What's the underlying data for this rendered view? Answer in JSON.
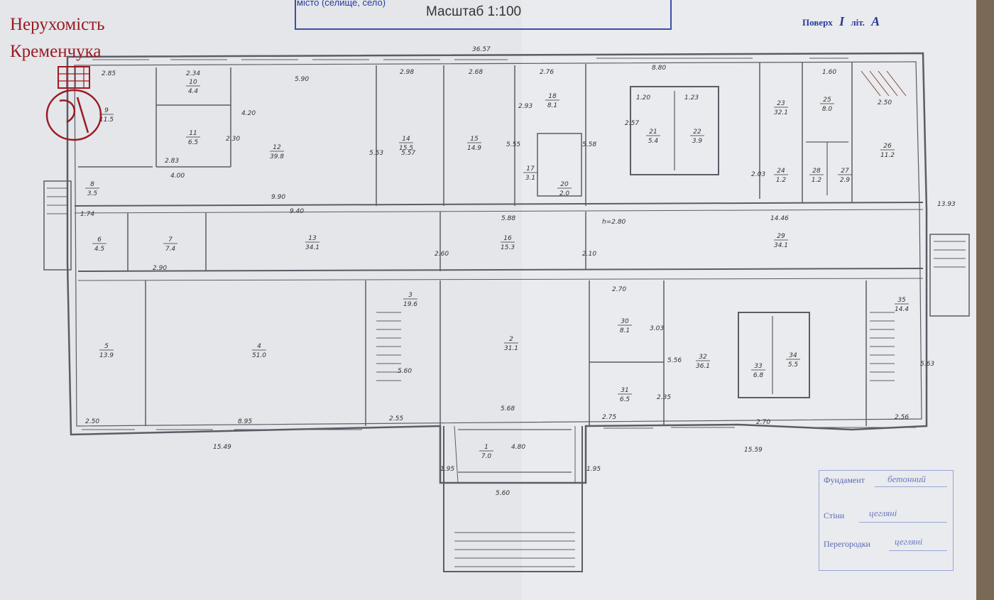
{
  "watermark": {
    "line1": "Нерухомість",
    "line2": "Кременчука"
  },
  "header": {
    "locality_label": "місто (селище, село)",
    "scale": "Масштаб 1:100"
  },
  "floor_info": {
    "floor_label": "Поверх",
    "floor_value": "I",
    "litera_label": "літ.",
    "litera_value": "А"
  },
  "overall_dims": {
    "top": "36.57",
    "bottom_left": "15.49",
    "bottom_right": "15.59",
    "corridor_height": "h=2.80"
  },
  "rooms": [
    {
      "id": "1",
      "area": "7.0"
    },
    {
      "id": "2",
      "area": "31.1"
    },
    {
      "id": "3",
      "area": "19.6"
    },
    {
      "id": "4",
      "area": "51.0"
    },
    {
      "id": "5",
      "area": "13.9"
    },
    {
      "id": "6",
      "area": "4.5"
    },
    {
      "id": "7",
      "area": "7.4"
    },
    {
      "id": "8",
      "area": "3.5"
    },
    {
      "id": "9",
      "area": "11.5"
    },
    {
      "id": "10",
      "area": "4.4"
    },
    {
      "id": "11",
      "area": "6.5"
    },
    {
      "id": "12",
      "area": "39.8"
    },
    {
      "id": "13",
      "area": "34.1"
    },
    {
      "id": "14",
      "area": "15.5"
    },
    {
      "id": "15",
      "area": "14.9"
    },
    {
      "id": "16",
      "area": "15.3"
    },
    {
      "id": "17",
      "area": "3.1"
    },
    {
      "id": "18",
      "area": "8.1"
    },
    {
      "id": "20",
      "area": "2.0"
    },
    {
      "id": "21",
      "area": "5.4"
    },
    {
      "id": "22",
      "area": "3.9"
    },
    {
      "id": "23",
      "area": "32.1"
    },
    {
      "id": "24",
      "area": "1.2"
    },
    {
      "id": "25",
      "area": "8.0"
    },
    {
      "id": "26",
      "area": "11.2"
    },
    {
      "id": "27",
      "area": "2.9"
    },
    {
      "id": "28",
      "area": "1.2"
    },
    {
      "id": "29",
      "area": "34.1"
    },
    {
      "id": "30",
      "area": "8.1"
    },
    {
      "id": "31",
      "area": "6.5"
    },
    {
      "id": "32",
      "area": "36.1"
    },
    {
      "id": "33",
      "area": "6.8"
    },
    {
      "id": "34",
      "area": "5.5"
    },
    {
      "id": "35",
      "area": "14.4"
    }
  ],
  "dims": [
    "2.85",
    "2.34",
    "5.90",
    "2.98",
    "2.68",
    "2.76",
    "8.80",
    "1.60",
    "2.50",
    "4.20",
    "2.30",
    "2.83",
    "4.00",
    "5.53",
    "5.57",
    "5.55",
    "5.58",
    "2.93",
    "9.90",
    "9.40",
    "5.88",
    "14.46",
    "13.93",
    "1.74",
    "2.90",
    "2.60",
    "2.10",
    "2.70",
    "3.03",
    "5.56",
    "2.35",
    "2.55",
    "5.60",
    "5.68",
    "4.80",
    "5.60",
    "1.95",
    "1.95",
    "2.56",
    "5.63",
    "2.75",
    "2.70",
    "2.50",
    "8.95",
    "1.20",
    "1.23",
    "2.57",
    "2.03"
  ],
  "materials": {
    "foundation_label": "Фундамент",
    "foundation_value": "бетонний",
    "walls_label": "Стіни",
    "walls_value": "цегляні",
    "partitions_label": "Перегородки",
    "partitions_value": "цегляні"
  }
}
